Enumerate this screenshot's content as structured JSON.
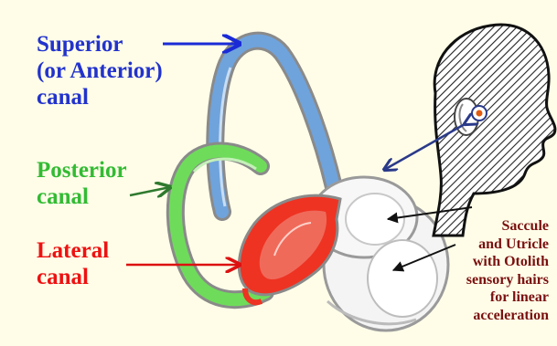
{
  "labels": {
    "superior": {
      "lines": [
        "Superior",
        "(or Anterior)",
        "canal"
      ],
      "color": "#2233cc"
    },
    "posterior": {
      "lines": [
        "Posterior",
        "canal"
      ],
      "color": "#33bb33"
    },
    "lateral": {
      "lines": [
        "Lateral",
        "canal"
      ],
      "color": "#ee1111"
    },
    "saccule": {
      "lines": [
        "Saccule",
        "and Utricle",
        "with Otolith",
        "sensory hairs",
        "for linear",
        "acceleration"
      ],
      "color": "#7a1010"
    }
  },
  "colors": {
    "background": "#fffde8",
    "superior_canal": "#6fa3dc",
    "posterior_canal": "#6edc5a",
    "lateral_canal": "#ee3322",
    "vestibule": "#f4f4f4",
    "arrow_blue": "#1a2bd6",
    "arrow_green": "#2f7a2f",
    "arrow_red": "#dd1111",
    "arrow_black": "#111111",
    "arrow_navy": "#2a3a8a"
  },
  "icons": [
    "head-silhouette-icon",
    "ear-icon"
  ]
}
